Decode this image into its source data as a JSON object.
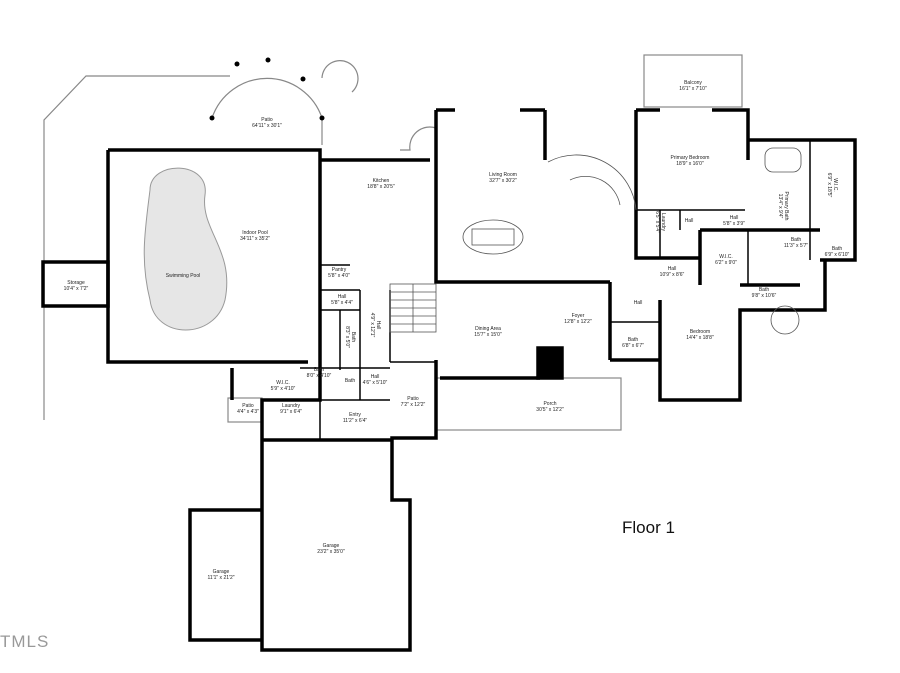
{
  "floor_title": "Floor 1",
  "watermark": "TMLS",
  "rooms": [
    {
      "name": "Patio",
      "dims": "64'11\" x 30'1\""
    },
    {
      "name": "Indoor Pool",
      "dims": "34'11\" x 35'2\""
    },
    {
      "name": "Swimming Pool",
      "dims": ""
    },
    {
      "name": "Storage",
      "dims": "10'4\" x 7'2\""
    },
    {
      "name": "Kitchen",
      "dims": "18'8\" x 20'5\""
    },
    {
      "name": "Pantry",
      "dims": "5'8\" x 4'0\""
    },
    {
      "name": "Hall",
      "dims": "5'8\" x 4'4\""
    },
    {
      "name": "Bath",
      "dims": "8'3\" x 5'0\""
    },
    {
      "name": "Hall",
      "dims": "4'9\" x 12'1\""
    },
    {
      "name": "Bath",
      "dims": "8'0\" x 4'10\""
    },
    {
      "name": "Bath",
      "dims": ""
    },
    {
      "name": "W.I.C.",
      "dims": "5'9\" x 4'10\""
    },
    {
      "name": "Hall",
      "dims": "4'6\" x 5'10\""
    },
    {
      "name": "Patio",
      "dims": "4'4\" x 4'3\""
    },
    {
      "name": "Laundry",
      "dims": "9'1\" x 6'4\""
    },
    {
      "name": "Entry",
      "dims": "11'2\" x 6'4\""
    },
    {
      "name": "Patio",
      "dims": "7'2\" x 12'2\""
    },
    {
      "name": "Living Room",
      "dims": "32'7\" x 30'2\""
    },
    {
      "name": "Dining Area",
      "dims": "15'7\" x 15'0\""
    },
    {
      "name": "Foyer",
      "dims": "12'8\" x 12'2\""
    },
    {
      "name": "Porch",
      "dims": "30'5\" x 12'2\""
    },
    {
      "name": "Balcony",
      "dims": "16'1\" x 7'10\""
    },
    {
      "name": "Primary Bedroom",
      "dims": "18'9\" x 16'0\""
    },
    {
      "name": "Laundry",
      "dims": "6'5\" x 5'4\""
    },
    {
      "name": "Hall",
      "dims": ""
    },
    {
      "name": "Hall",
      "dims": "5'8\" x 3'9\""
    },
    {
      "name": "Primary Bath",
      "dims": "13'4\" x 9'4\""
    },
    {
      "name": "W.I.C.",
      "dims": "6'9\" x 18'5\""
    },
    {
      "name": "Bath",
      "dims": "11'3\" x 5'7\""
    },
    {
      "name": "Bath",
      "dims": "6'9\" x 6'10\""
    },
    {
      "name": "W.I.C.",
      "dims": "6'2\" x 9'0\""
    },
    {
      "name": "Hall",
      "dims": "10'9\" x 8'6\""
    },
    {
      "name": "Hall",
      "dims": ""
    },
    {
      "name": "Bath",
      "dims": "6'8\" x 6'7\""
    },
    {
      "name": "Bath",
      "dims": "9'8\" x 10'6\""
    },
    {
      "name": "Bedroom",
      "dims": "14'4\" x 18'8\""
    },
    {
      "name": "Garage",
      "dims": "23'2\" x 35'0\""
    },
    {
      "name": "Garage",
      "dims": "11'1\" x 21'2\""
    }
  ],
  "colors": {
    "wall": "#000000",
    "pool_fill": "#e6e6e6",
    "outline": "#777777"
  }
}
